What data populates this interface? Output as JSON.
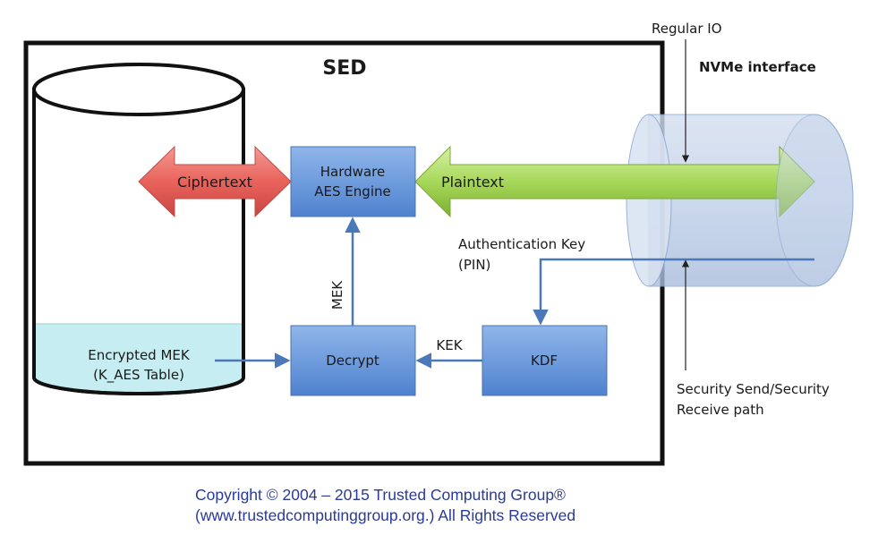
{
  "title": "SED",
  "nvme_interface": "NVMe interface",
  "regular_io": "Regular IO",
  "security_path": [
    "Security Send/Security",
    "Receive path"
  ],
  "drive": {
    "mek_table": [
      "Encrypted MEK",
      "(K_AES Table)"
    ]
  },
  "arrows": {
    "ciphertext": "Ciphertext",
    "plaintext": "Plaintext",
    "mek": "MEK",
    "kek": "KEK",
    "auth_key": [
      "Authentication Key",
      "(PIN)"
    ]
  },
  "boxes": {
    "aes": [
      "Hardware",
      "AES Engine"
    ],
    "decrypt": "Decrypt",
    "kdf": "KDF"
  },
  "copyright": [
    "Copyright © 2004 – 2015 Trusted Computing Group®",
    "(www.trustedcomputinggroup.org.)  All Rights Reserved"
  ],
  "colors": {
    "box_fill": "#5b8fd6",
    "ciphertext_arrow": "#e05a55",
    "plaintext_arrow": "#8cc43c",
    "mek_table_fill": "#c6eef2",
    "connector": "#4a78b8",
    "copyright_text": "#2a3a9a"
  }
}
